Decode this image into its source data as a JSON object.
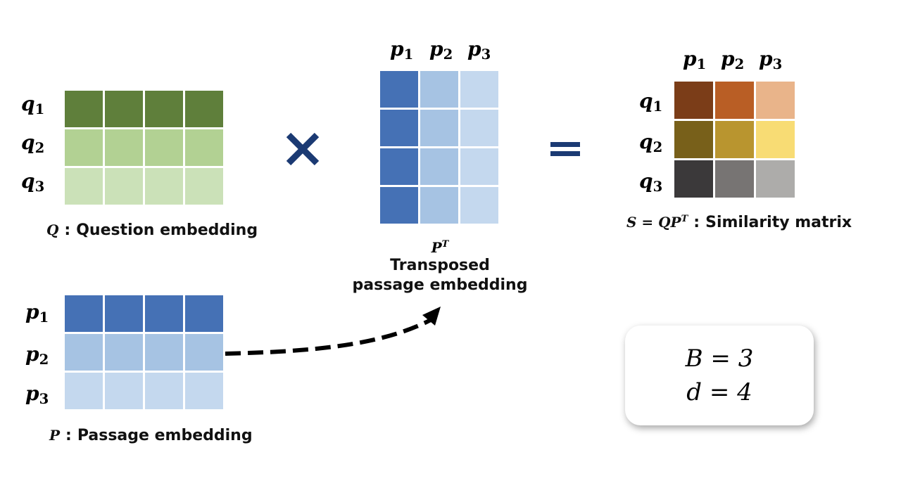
{
  "question": {
    "row_labels": [
      {
        "base": "q",
        "sub": "1"
      },
      {
        "base": "q",
        "sub": "2"
      },
      {
        "base": "q",
        "sub": "3"
      }
    ],
    "row_colors": [
      "#5f7f3b",
      "#b2d193",
      "#cbe1b8"
    ],
    "caption_symbol": "Q",
    "caption_text": "Question embedding"
  },
  "passage": {
    "row_labels": [
      {
        "base": "p",
        "sub": "1"
      },
      {
        "base": "p",
        "sub": "2"
      },
      {
        "base": "p",
        "sub": "3"
      }
    ],
    "row_colors": [
      "#4571b5",
      "#a6c3e3",
      "#c4d8ee"
    ],
    "caption_symbol": "P",
    "caption_text": "Passage embedding"
  },
  "transposed": {
    "col_labels": [
      {
        "base": "p",
        "sub": "1"
      },
      {
        "base": "p",
        "sub": "2"
      },
      {
        "base": "p",
        "sub": "3"
      }
    ],
    "col_colors": [
      "#4571b5",
      "#a6c3e3",
      "#c4d8ee"
    ],
    "symbol": "P",
    "symbol_sup": "T",
    "caption_line1": "Transposed",
    "caption_line2": "passage embedding"
  },
  "similarity": {
    "col_labels": [
      {
        "base": "p",
        "sub": "1"
      },
      {
        "base": "p",
        "sub": "2"
      },
      {
        "base": "p",
        "sub": "3"
      }
    ],
    "row_labels": [
      {
        "base": "q",
        "sub": "1"
      },
      {
        "base": "q",
        "sub": "2"
      },
      {
        "base": "q",
        "sub": "3"
      }
    ],
    "cell_colors": [
      [
        "#7b3d18",
        "#b95e25",
        "#e9b48a"
      ],
      [
        "#78601a",
        "#b9952f",
        "#f8dc74"
      ],
      [
        "#3b393a",
        "#777473",
        "#adacaa"
      ]
    ],
    "formula": "S = QP",
    "formula_sup": "T",
    "caption_text": "Similarity matrix"
  },
  "operators": {
    "times": "×",
    "equals": "=",
    "colors": {
      "operator": "#1b3a73",
      "arrow": "#000000"
    }
  },
  "params": {
    "line1": "B = 3",
    "line2": "d = 4"
  },
  "colon": ":"
}
